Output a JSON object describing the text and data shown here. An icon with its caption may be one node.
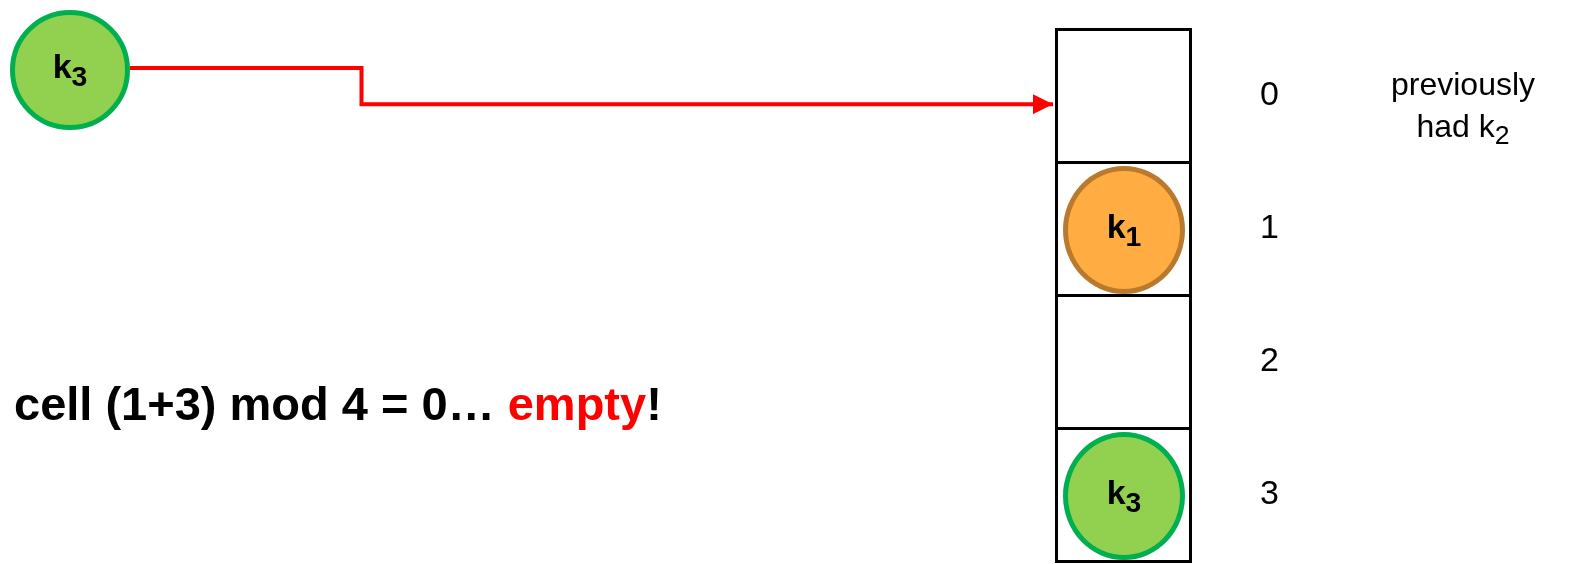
{
  "diagram": {
    "nodes": [
      {
        "text": [
          "k$_{3}$"
        ]
      },
      {
        "text": [],
        "shape": "box",
        "beside": [
          "0"
        ]
      },
      {
        "text": [],
        "shape": "box",
        "beside": [
          "1"
        ]
      },
      {
        "text": [
          "k$_{1}$"
        ],
        "in": 2
      },
      {
        "text": [],
        "shape": "box",
        "beside": [
          "2"
        ]
      },
      {
        "text": [],
        "shape": "box",
        "beside": [
          "3"
        ]
      },
      {
        "text": [
          "k$_{3}$"
        ],
        "in": 5
      }
    ],
    "edges": [
      {
        "from": 0,
        "to": 1,
        "arrow": "to",
        "color": "#ff0000"
      }
    ],
    "labels": [
      "previously had k$_{2}$",
      "cell (1+3) mod 4 = 0… *empty*!"
    ]
  }
}
